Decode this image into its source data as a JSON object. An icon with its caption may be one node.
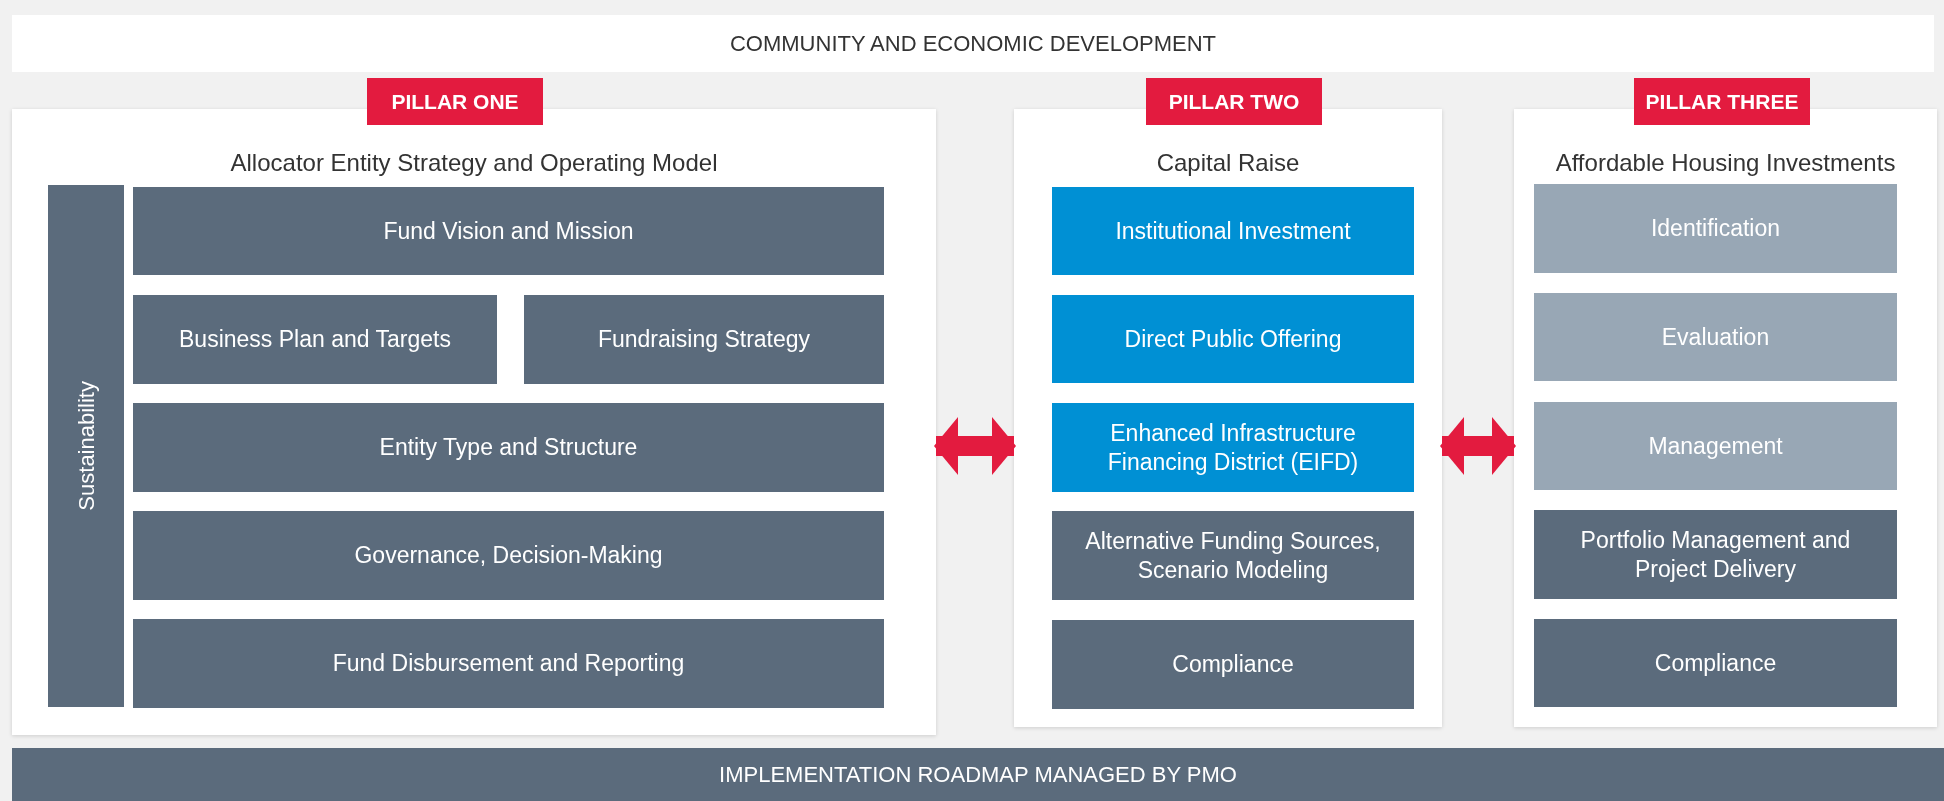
{
  "diagram": {
    "nodes": [
      {
        "text": [
          "COMMUNITY AND ECONOMIC DEVELOPMENT"
        ]
      },
      {
        "text": [
          "PILLAR ONE"
        ]
      },
      {
        "text": [
          "Allocator Entity Strategy and Operating Model"
        ]
      },
      {
        "text": [
          "Sustainability"
        ],
        "in": 2
      },
      {
        "text": [
          "Fund Vision and Mission"
        ],
        "in": 2
      },
      {
        "text": [
          "Business Plan and Targets"
        ],
        "in": 2
      },
      {
        "text": [
          "Fundraising Strategy"
        ],
        "in": 2
      },
      {
        "text": [
          "Entity Type and Structure"
        ],
        "in": 2
      },
      {
        "text": [
          "Governance, Decision-Making"
        ],
        "in": 2
      },
      {
        "text": [
          "Fund Disbursement and Reporting"
        ],
        "in": 2
      },
      {
        "text": [
          "PILLAR TWO"
        ]
      },
      {
        "text": [
          "Capital Raise"
        ]
      },
      {
        "text": [
          "Institutional Investment"
        ],
        "in": 11
      },
      {
        "text": [
          "Direct Public Offering"
        ],
        "in": 11
      },
      {
        "text": [
          "Enhanced Infrastructure Financing District (EIFD)"
        ],
        "in": 11
      },
      {
        "text": [
          "Alternative Funding Sources, Scenario Modeling"
        ],
        "in": 11
      },
      {
        "text": [
          "Compliance"
        ],
        "in": 11
      },
      {
        "text": [
          "PILLAR THREE"
        ]
      },
      {
        "text": [
          "Affordable Housing Investments"
        ]
      },
      {
        "text": [
          "Identification"
        ],
        "in": 18
      },
      {
        "text": [
          "Evaluation"
        ],
        "in": 18
      },
      {
        "text": [
          "Management"
        ],
        "in": 18
      },
      {
        "text": [
          "Portfolio Management and Project Delivery"
        ],
        "in": 18
      },
      {
        "text": [
          "Compliance"
        ],
        "in": 18
      },
      {
        "text": [
          "IMPLEMENTATION ROADMAP MANAGED BY PMO"
        ]
      }
    ],
    "edges": [
      {
        "from": 2,
        "to": 11,
        "arrow": "both"
      },
      {
        "from": 11,
        "to": 18,
        "arrow": "both"
      }
    ]
  }
}
